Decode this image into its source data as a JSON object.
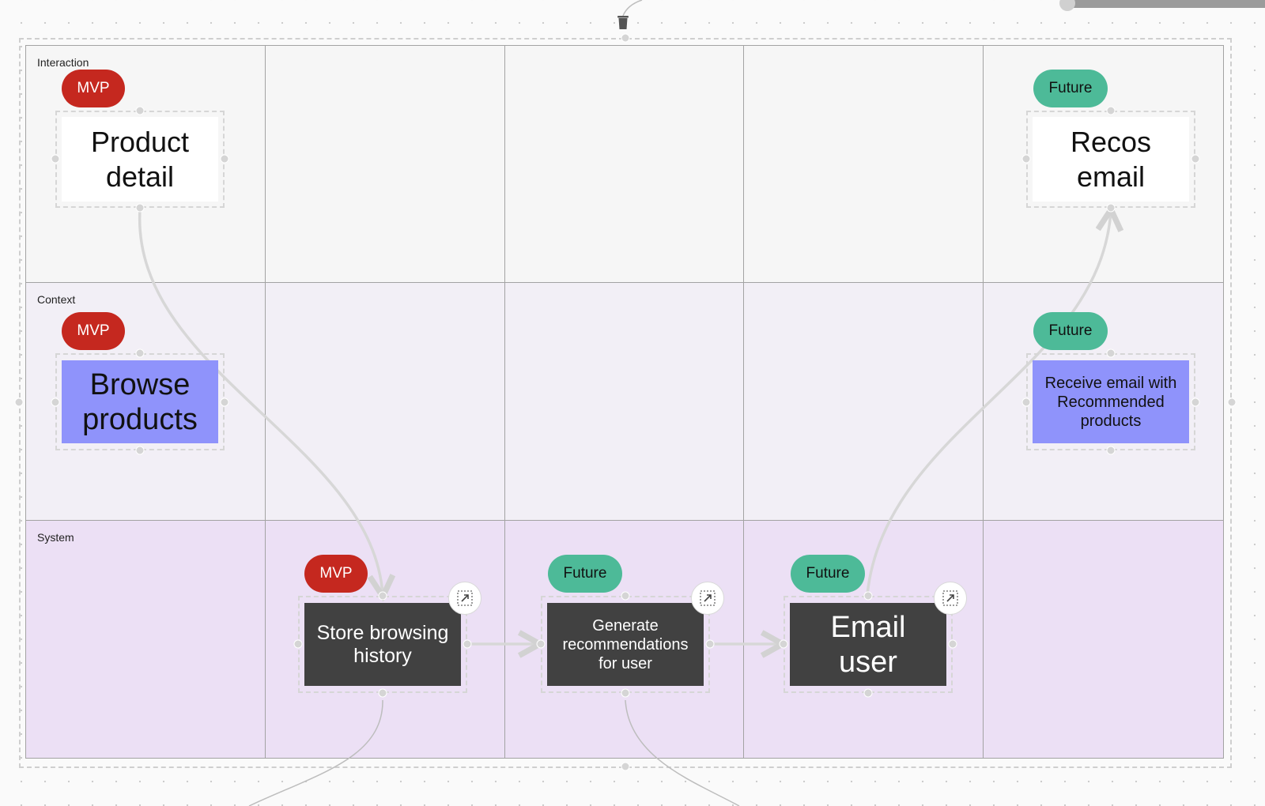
{
  "rows": [
    {
      "label": "Interaction"
    },
    {
      "label": "Context"
    },
    {
      "label": "System"
    }
  ],
  "tags": {
    "mvp": "MVP",
    "future": "Future"
  },
  "cards": {
    "product_detail": {
      "tag": "MVP",
      "line1": "Product",
      "line2": "detail"
    },
    "recos_email": {
      "tag": "Future",
      "line1": "Recos",
      "line2": "email"
    },
    "browse_products": {
      "tag": "MVP",
      "line1": "Browse",
      "line2": "products"
    },
    "receive_email": {
      "tag": "Future",
      "line1": "Receive email with",
      "line2": "Recommended",
      "line3": "products"
    },
    "store_history": {
      "tag": "MVP",
      "line1": "Store browsing",
      "line2": "history"
    },
    "generate_recs": {
      "tag": "Future",
      "line1": "Generate",
      "line2": "recommendations",
      "line3": "for user"
    },
    "email_user": {
      "tag": "Future",
      "line1": "Email",
      "line2": "user"
    }
  },
  "colors": {
    "mvp": "#c5281f",
    "future": "#4dba98",
    "context_card": "#8f93fb",
    "system_card": "#414141"
  },
  "icons": {
    "trash": "trash-icon",
    "expand": "expand-icon"
  }
}
